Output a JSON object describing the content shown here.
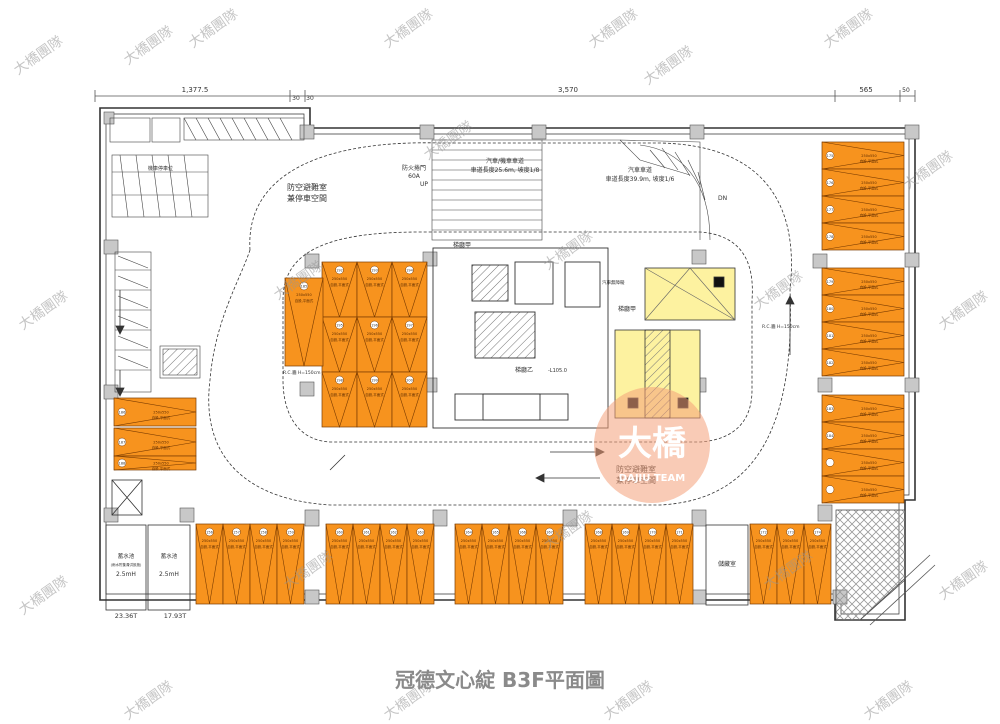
{
  "caption": "冠德文心綻 B3F平面圖",
  "watermark": "大橋團隊",
  "logo": {
    "text_main": "大橋",
    "text_sub": "DAJIU TEAM"
  },
  "dimensions": {
    "left": "1,377.5",
    "mid": "3,570",
    "right": "565",
    "small_a": "30",
    "small_b": "30",
    "small_c": "50"
  },
  "rooms": {
    "shelter_left": [
      "防空避難室",
      "兼停車空間"
    ],
    "shelter_right": [
      "防空避難室",
      "兼停車空間"
    ],
    "water_tank_1": [
      "蓄水池",
      "(雨水貯集滯洪設施)",
      "2.5mH"
    ],
    "water_tank_2": [
      "蓄水池",
      "2.5mH"
    ],
    "storage": "儲藏室",
    "water_vol_1": "23.36T",
    "water_vol_2": "17.93T"
  },
  "labels": {
    "stair_a": "梯廳甲",
    "stair_a2": "梯廳甲",
    "stair_b": "梯廳乙",
    "ramp_1": [
      "汽車/機車車道",
      "車道長度25.6m, 坡度1/8"
    ],
    "ramp_2": [
      "汽車車道",
      "車道長度39.9m, 坡度1/6"
    ],
    "fire_door": [
      "防火捲門",
      "60A"
    ],
    "level": "-L105.0",
    "dn": "DN",
    "up": "UP",
    "motorcycle": "機車停車位",
    "car_equipment": "汽車無障礙",
    "rc_beam_1": "R.C.牆 H=150cm",
    "rc_beam_2": "R.C.牆 H=150cm",
    "rc_beam_3": "R.C.牆 H=150cm"
  },
  "parking": {
    "size_label": "250x550",
    "type_label": "自設,平面式",
    "left_side_ids": [
      "185",
      "186",
      "187",
      "188",
      "189",
      "190"
    ],
    "center_ids": [
      "192",
      "193",
      "194",
      "195",
      "196",
      "197",
      "198",
      "199",
      "200"
    ],
    "bottom_ids": [
      "156",
      "157",
      "158",
      "159",
      "160",
      "161",
      "162",
      "163",
      "164",
      "165",
      "166",
      "167",
      "168",
      "169",
      "170",
      "171",
      "172",
      "173",
      "174"
    ],
    "right_ids": [
      "175",
      "176",
      "177",
      "178",
      "179",
      "180",
      "181",
      "182",
      "183",
      "184"
    ]
  },
  "colors": {
    "parking_fill": "#f7931e",
    "accessible_fill": "#fdf2a0",
    "line": "#333333",
    "hatch": "#888888"
  }
}
